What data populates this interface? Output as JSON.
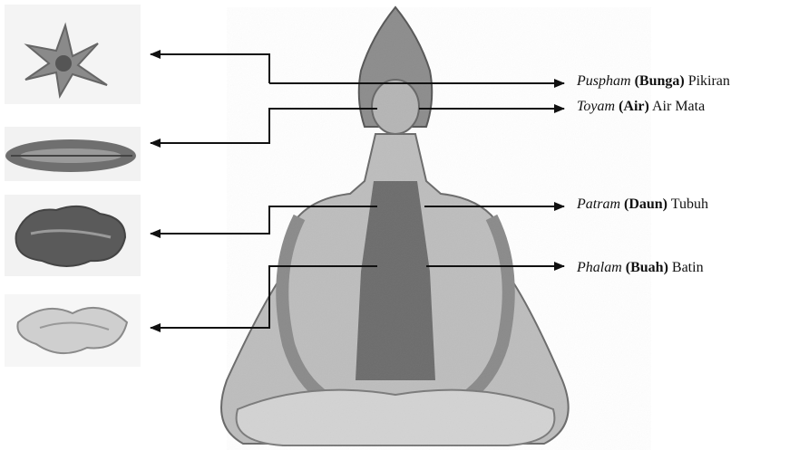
{
  "labels": [
    {
      "term": "Puspham",
      "meaning": "(Bunga)",
      "gloss": "Pikiran"
    },
    {
      "term": "Toyam",
      "meaning": "(Air)",
      "gloss": "Air Mata"
    },
    {
      "term": "Patram",
      "meaning": "(Daun)",
      "gloss": "Tubuh"
    },
    {
      "term": "Phalam",
      "meaning": "(Buah)",
      "gloss": "Batin"
    }
  ],
  "icons": [
    "flower-icon",
    "water-icon",
    "leaf-icon",
    "fruit-icon",
    "meditating-figure-icon"
  ],
  "colors": {
    "line": "#111111",
    "ink": "#777777"
  }
}
